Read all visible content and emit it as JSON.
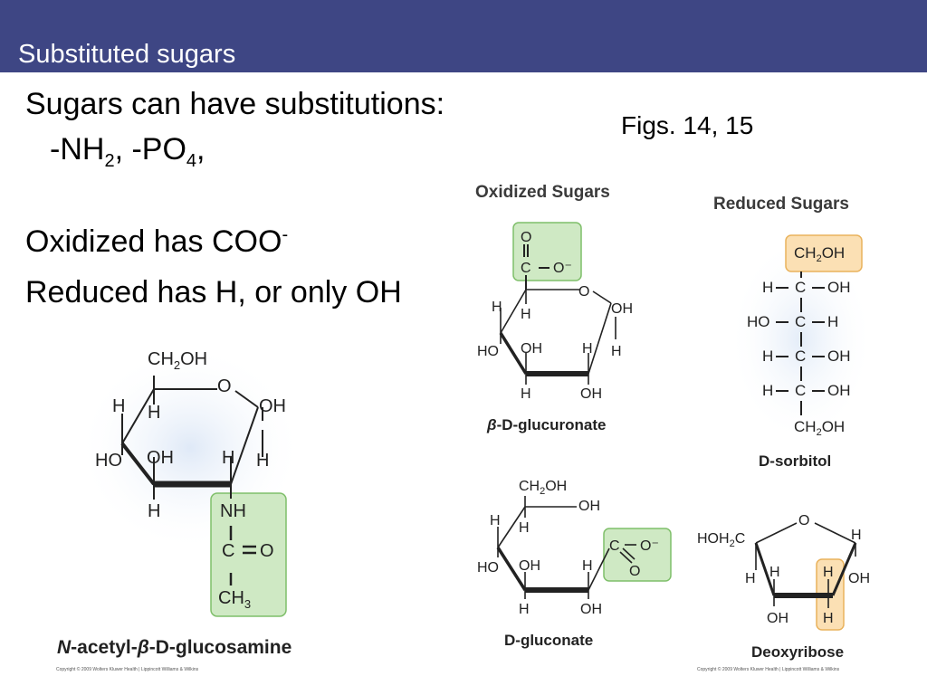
{
  "slide": {
    "title": "Substituted sugars",
    "line1": "Sugars can have substitutions:",
    "line2_a": "-NH",
    "line2_sub1": "2",
    "line2_b": ", -PO",
    "line2_sub2": "4",
    "line2_c": ",",
    "line3": "Oxidized has COO",
    "line3_sup": "-",
    "line4": "Reduced has H, or only OH",
    "figs_ref": "Figs. 14, 15"
  },
  "figure": {
    "oxidized_heading": "Oxidized Sugars",
    "reduced_heading": "Reduced Sugars",
    "glucuronate_caption_greek": "β",
    "glucuronate_caption": "-D-glucuronate",
    "gluconate_caption": "D-gluconate",
    "sorbitol_caption": "D-sorbitol",
    "deoxyribose_caption": "Deoxyribose",
    "nag_caption_n": "N",
    "nag_caption_a": "-acetyl-",
    "nag_caption_greek": "β",
    "nag_caption_b": "-D-glucosamine",
    "copyright_left": "Copyright © 2009 Wolters Kluwer Health | Lippincott Williams & Wilkins",
    "copyright_right": "Copyright © 2009 Wolters Kluwer Health | Lippincott Williams & Wilkins"
  },
  "labels": {
    "O": "O",
    "OH": "OH",
    "H": "H",
    "HO": "HO",
    "C": "C",
    "NH": "NH",
    "CH": "CH",
    "sub2": "2",
    "sub3": "3",
    "OHtail": "OH",
    "Ominus": "O⁻",
    "HOH": "HOH",
    "dash": "–",
    "equals": "="
  },
  "colors": {
    "title_bar": "#3e4684",
    "highlight_green_fill": "#cfe9c4",
    "highlight_green_stroke": "#7fbf6a",
    "highlight_orange_fill": "#fbe0b4",
    "highlight_orange_stroke": "#e9b25c"
  }
}
